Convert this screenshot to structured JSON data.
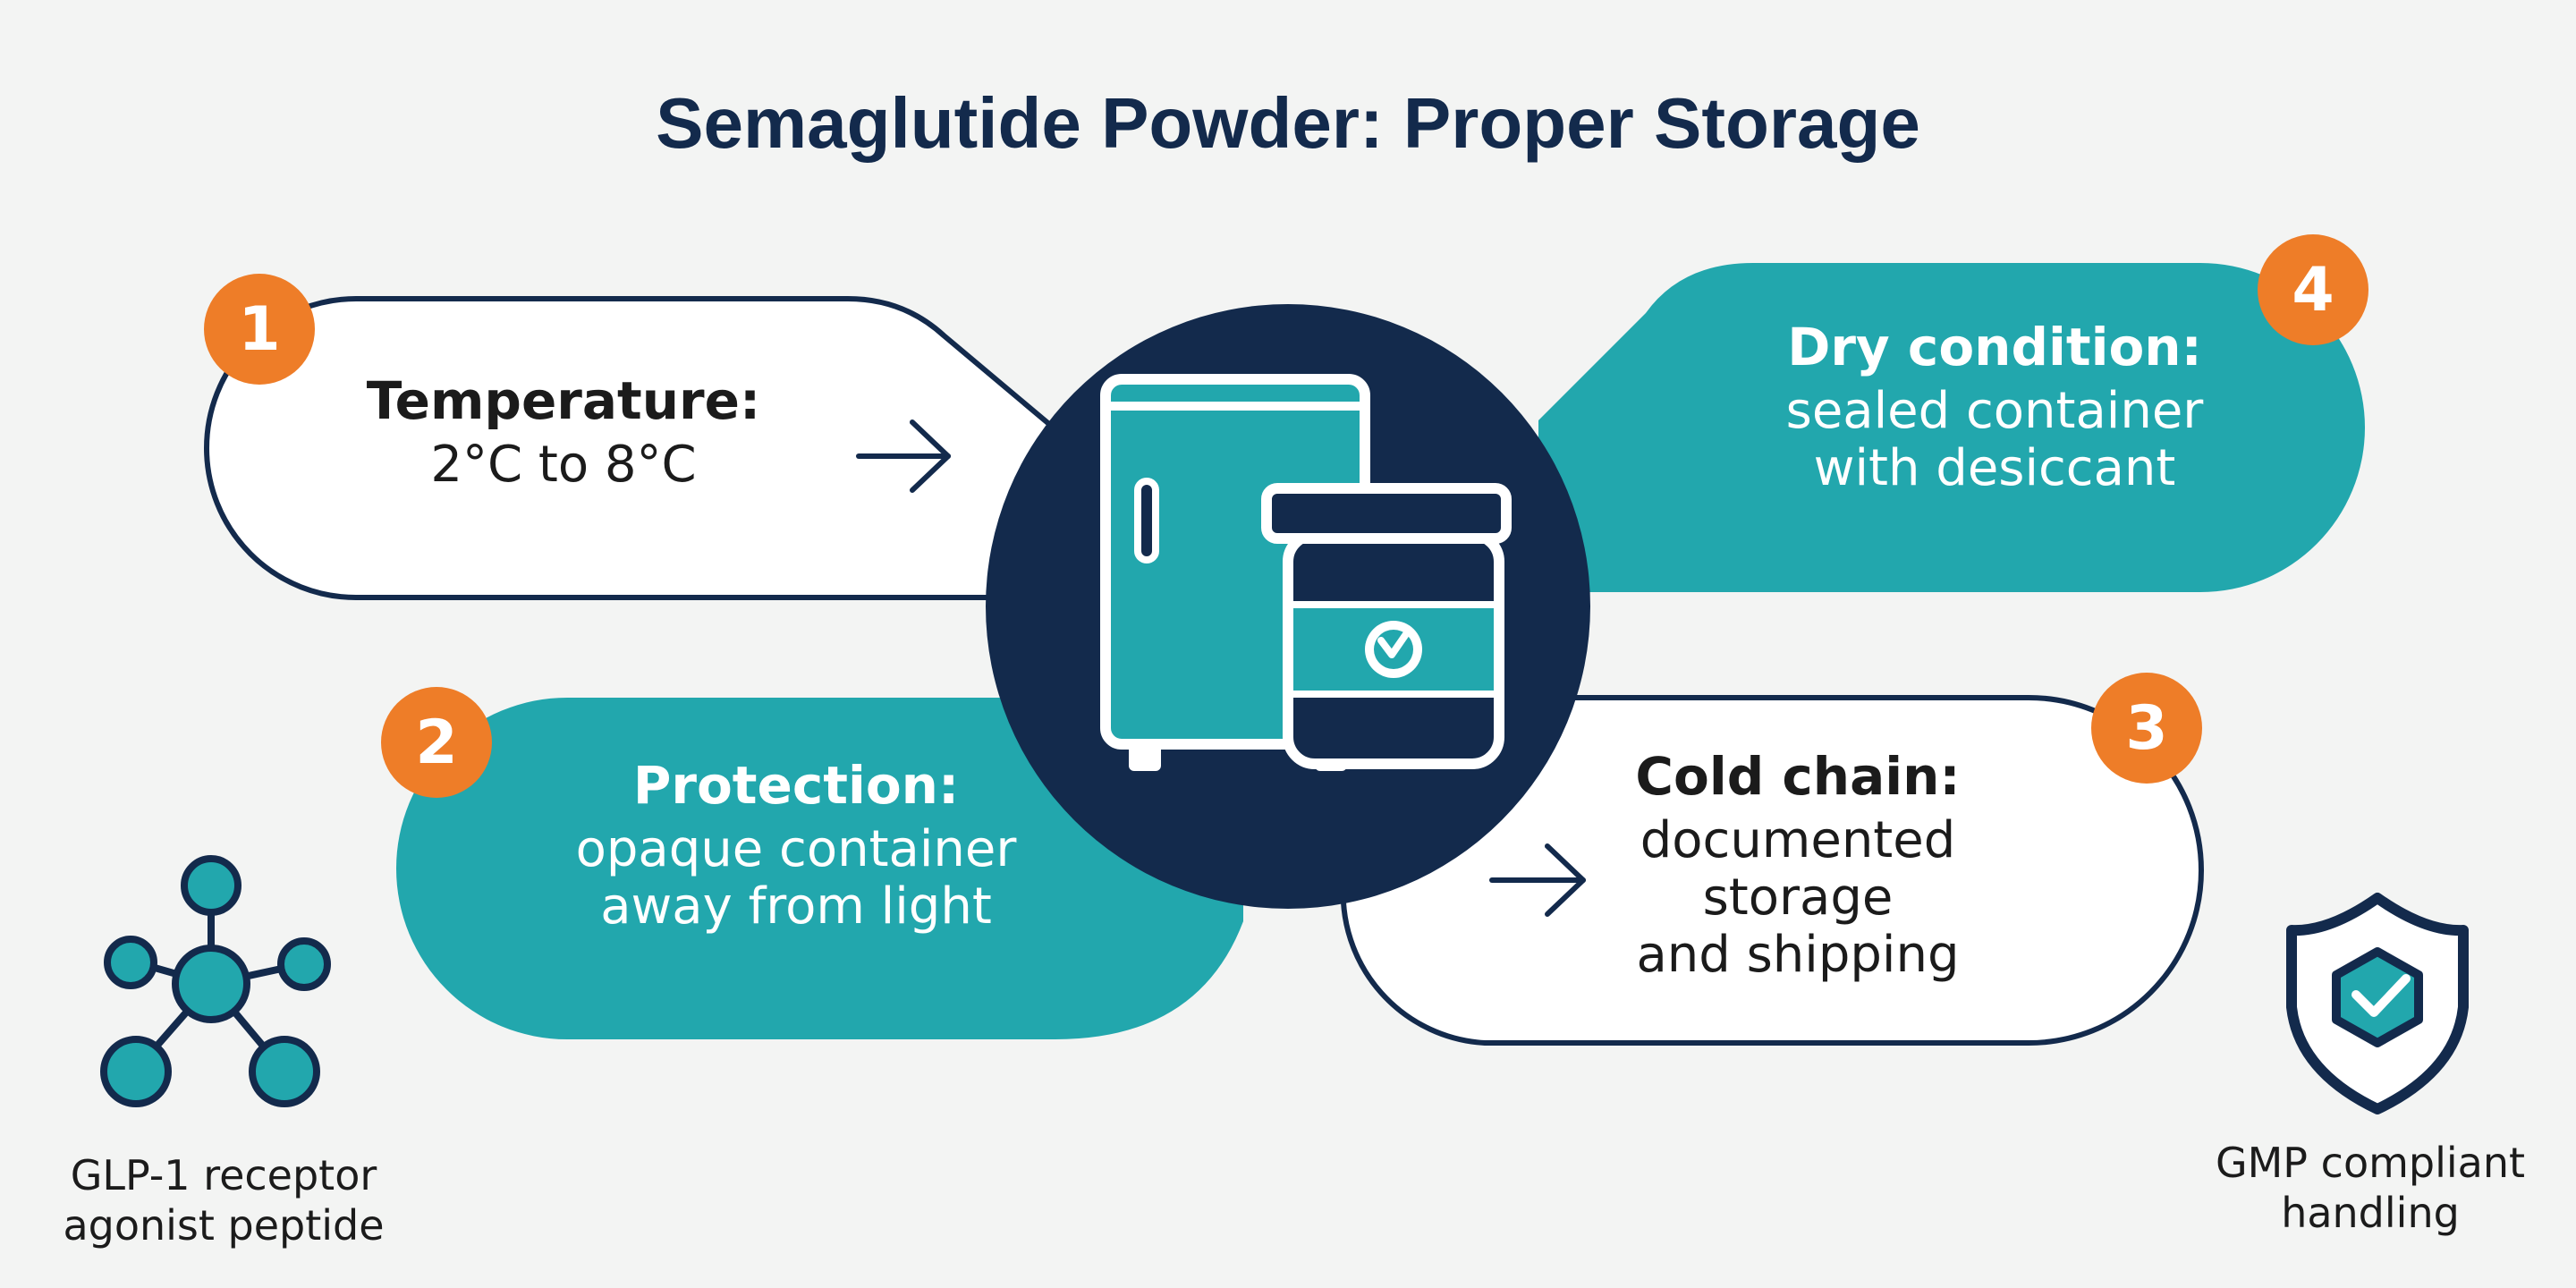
{
  "title": "Semaglutide Powder: Proper Storage",
  "steps": [
    {
      "number": "1",
      "label": "Temperature:",
      "lines": [
        "2°C to 8°C"
      ]
    },
    {
      "number": "2",
      "label": "Protection:",
      "lines": [
        "opaque container",
        "away from light"
      ]
    },
    {
      "number": "3",
      "label": "Cold chain:",
      "lines": [
        "documented",
        "storage",
        "and shipping"
      ]
    },
    {
      "number": "4",
      "label": "Dry condition:",
      "lines": [
        "sealed container",
        "with desiccant"
      ]
    }
  ],
  "captions": {
    "molecule": [
      "GLP-1 receptor",
      "agonist peptide"
    ],
    "shield": [
      "GMP compliant",
      "handling"
    ]
  },
  "icons": {
    "center": "refrigerator-and-jar-icon",
    "molecule": "molecule-icon",
    "shield": "shield-check-icon",
    "arrow": "arrow-right-icon"
  },
  "colors": {
    "navy": "#132a4c",
    "teal": "#22a7ad",
    "orange": "#ee7d28",
    "background": "#f3f4f3"
  }
}
